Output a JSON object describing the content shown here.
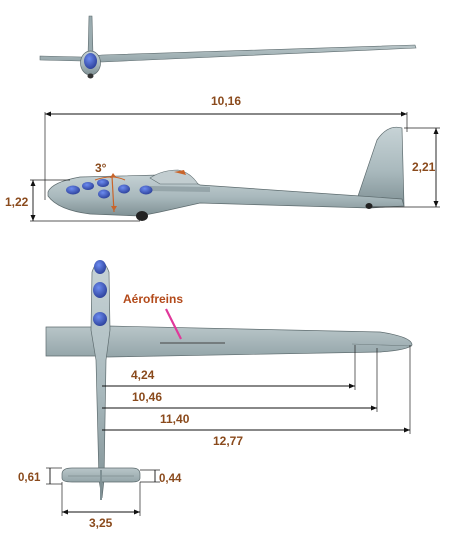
{
  "colors": {
    "body": "#a9b9bd",
    "body_dark": "#7f9094",
    "outline": "#5d6b6e",
    "window": "#3f5fd1",
    "window_dark": "#2a3e98",
    "text": "#8a4a1c",
    "callout": "#e0389a",
    "accent": "#c9642a"
  },
  "labels": {
    "span": "10,16",
    "height": "2,21",
    "nose_height": "1,22",
    "angle": "3°",
    "airbrakes": "Aérofreins",
    "dim_424": "4,24",
    "dim_1046": "10,46",
    "dim_1140": "11,40",
    "dim_1277": "12,77",
    "tail_061": "0,61",
    "tail_044": "0,44",
    "tail_325": "3,25"
  }
}
